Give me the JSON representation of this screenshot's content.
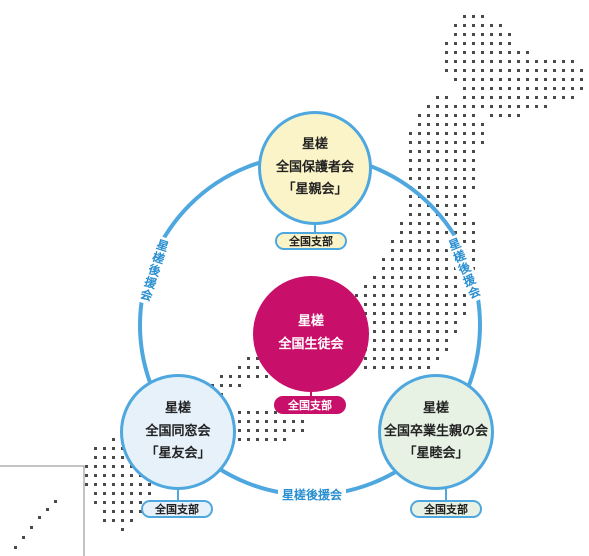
{
  "colors": {
    "ring": "#4ea7de",
    "label_text": "#2a8fd0",
    "center_fill": "#c8106a",
    "top_fill": "#fbf4c8",
    "left_fill": "#e6f1fa",
    "right_fill": "#e7f2e4",
    "map_dots": "#4a4a4a"
  },
  "center_org": {
    "line1": "星槎",
    "line2": "全国生徒会",
    "branch": "全国支部"
  },
  "top_org": {
    "line1": "星槎",
    "line2": "全国保護者会",
    "line3": "「星親会」",
    "branch": "全国支部"
  },
  "left_org": {
    "line1": "星槎",
    "line2": "全国同窓会",
    "line3": "「星友会」",
    "branch": "全国支部"
  },
  "right_org": {
    "line1": "星槎",
    "line2": "全国卒業生親の会",
    "line3": "「星睦会」",
    "branch": "全国支部"
  },
  "support_labels": {
    "left": "星槎後援会",
    "right": "星槎後援会",
    "bottom": "星槎後援会"
  }
}
